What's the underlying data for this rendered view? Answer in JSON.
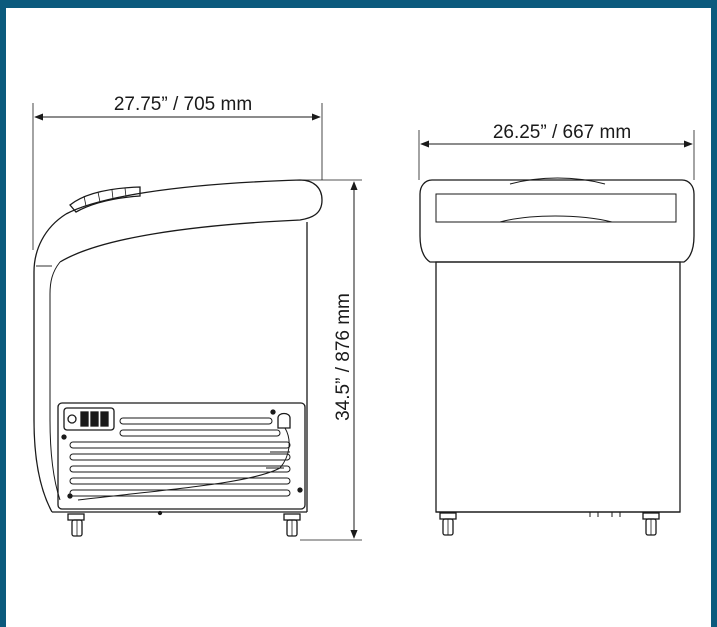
{
  "dimensions": {
    "side_width": "27.75” / 705 mm",
    "side_height": "34.5” / 876 mm",
    "front_width": "26.25” / 667 mm"
  },
  "colors": {
    "frame": "#0b5a7d",
    "line": "#1a1a1a"
  }
}
